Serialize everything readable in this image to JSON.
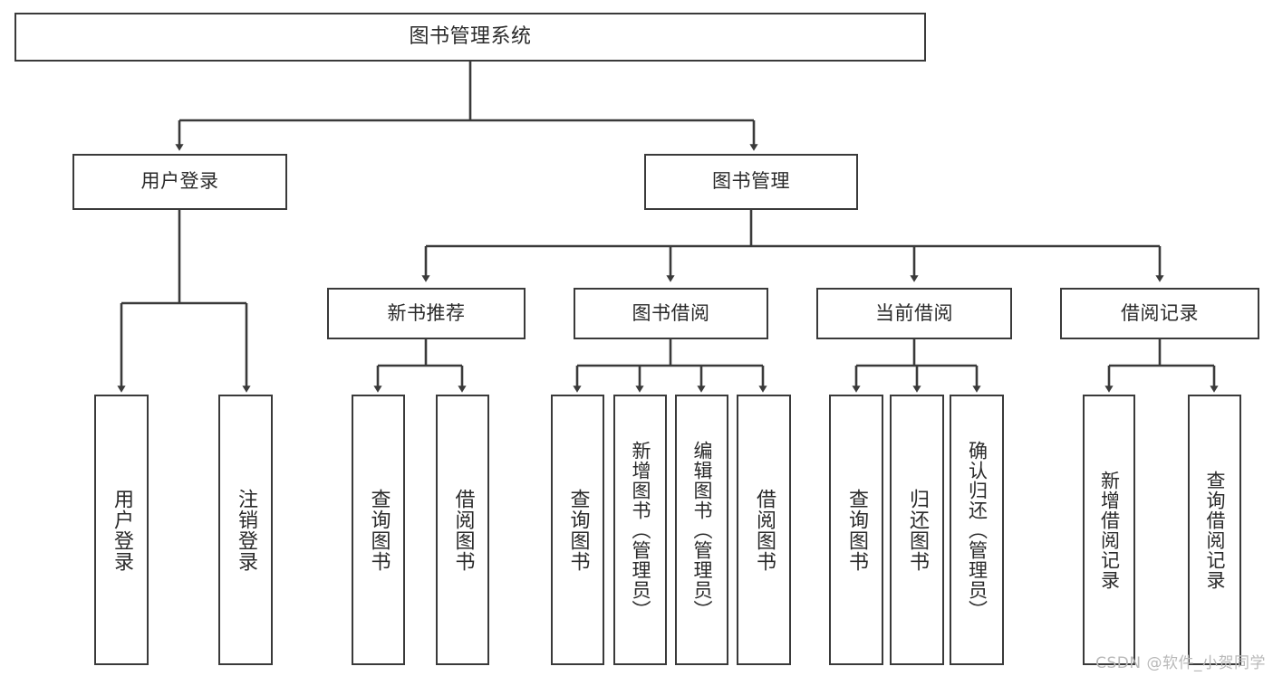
{
  "diagram": {
    "title": "图书管理系统",
    "type": "tree-hierarchy",
    "watermark": "CSDN @软件_小贺同学",
    "colors": {
      "box_border": "#3a3a3a",
      "box_fill": "#ffffff",
      "connector": "#3a3a3a",
      "text": "#2a2a2a",
      "watermark": "#b9b9b9"
    }
  },
  "nodes": {
    "root": {
      "label": "图书管理系统"
    },
    "level2": [
      {
        "id": "user-login",
        "label": "用户登录"
      },
      {
        "id": "book-management",
        "label": "图书管理"
      }
    ],
    "level3": [
      {
        "id": "new-book-recommend",
        "label": "新书推荐"
      },
      {
        "id": "book-borrow",
        "label": "图书借阅"
      },
      {
        "id": "current-borrow",
        "label": "当前借阅"
      },
      {
        "id": "borrow-record",
        "label": "借阅记录"
      }
    ],
    "leaves": {
      "user_login": [
        {
          "id": "leaf-user-login",
          "label": "用户登录"
        },
        {
          "id": "leaf-logout-login",
          "label": "注销登录"
        }
      ],
      "new_book_recommend": [
        {
          "id": "leaf-query-book-1",
          "label": "查询图书"
        },
        {
          "id": "leaf-borrow-book-1",
          "label": "借阅图书"
        }
      ],
      "book_borrow": [
        {
          "id": "leaf-query-book-2",
          "label": "查询图书"
        },
        {
          "id": "leaf-add-book",
          "label": "新增图书（管理员）"
        },
        {
          "id": "leaf-edit-book",
          "label": "编辑图书（管理员）"
        },
        {
          "id": "leaf-borrow-book-2",
          "label": "借阅图书"
        }
      ],
      "current_borrow": [
        {
          "id": "leaf-query-book-3",
          "label": "查询图书"
        },
        {
          "id": "leaf-return-book",
          "label": "归还图书"
        },
        {
          "id": "leaf-confirm-return",
          "label": "确认归还（管理员）"
        }
      ],
      "borrow_record": [
        {
          "id": "leaf-add-record",
          "label": "新增借阅记录"
        },
        {
          "id": "leaf-query-record",
          "label": "查询借阅记录"
        }
      ]
    }
  }
}
